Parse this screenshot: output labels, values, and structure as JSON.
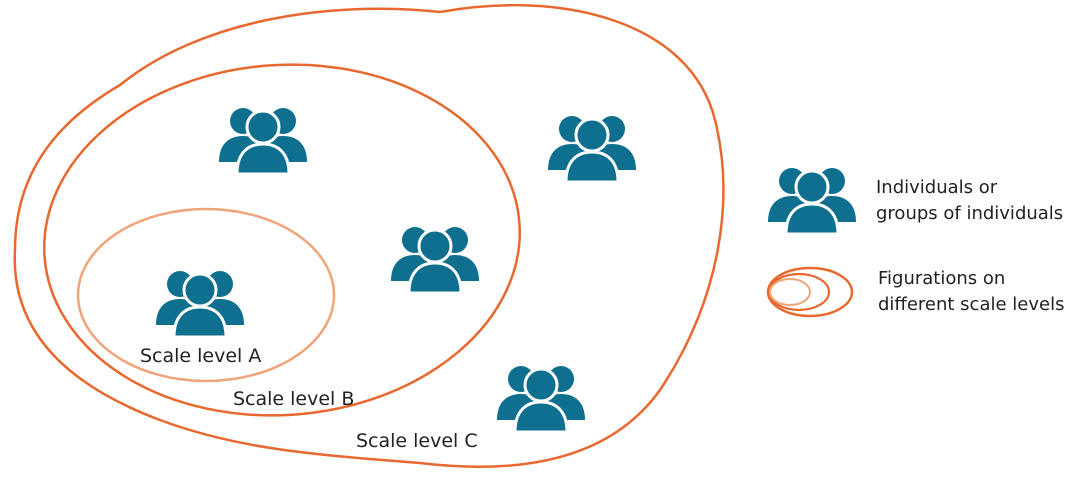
{
  "diagram": {
    "colors": {
      "people": "#0f6f8f",
      "outer_ring": "#e8692f",
      "inner_ring": "#f0a47a"
    },
    "scale_labels": {
      "a": "Scale level A",
      "b": "Scale level B",
      "c": "Scale level C"
    },
    "icons": {
      "people": "people-group-icon",
      "rings": "nested-rings-icon"
    }
  },
  "legend": {
    "individuals_line1": "Individuals or",
    "individuals_line2": "groups of individuals",
    "figurations_line1": "Figurations on",
    "figurations_line2": "different scale levels"
  }
}
